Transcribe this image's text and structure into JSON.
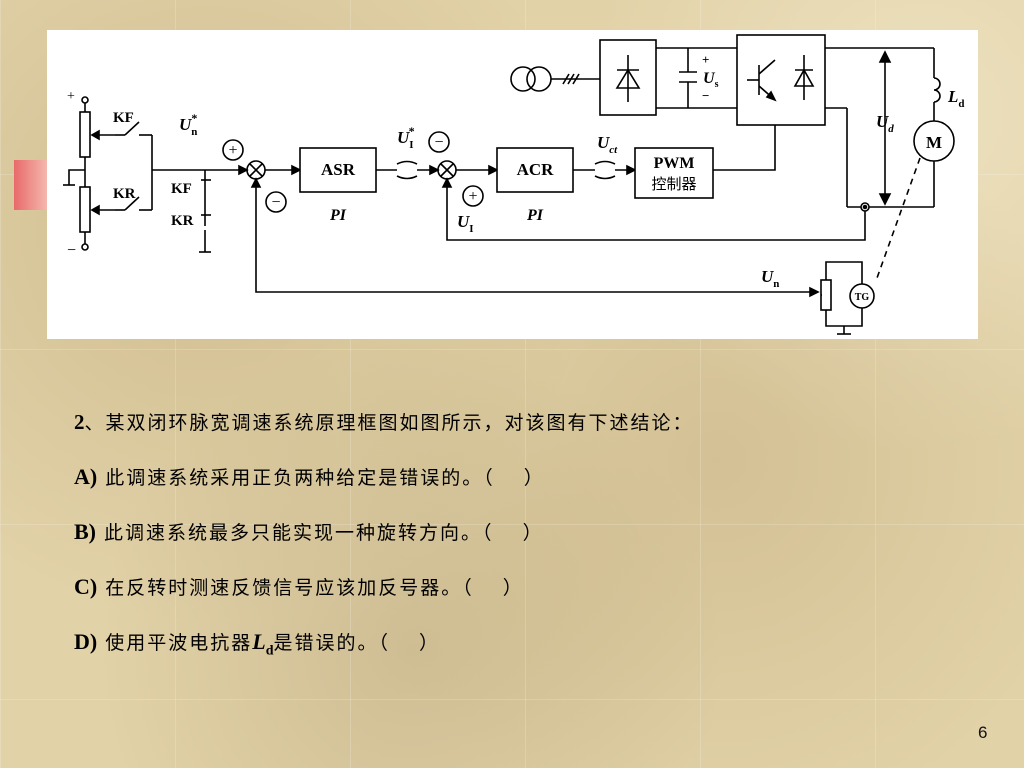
{
  "diagram": {
    "blocks": {
      "asr": "ASR",
      "acr": "ACR",
      "pwm_line1": "PWM",
      "pwm_line2": "控制器",
      "motor": "M",
      "tach": "TG"
    },
    "controller_types": {
      "asr": "PI",
      "acr": "PI"
    },
    "switch_labels": {
      "kf": "KF",
      "kr": "KR"
    },
    "signals": {
      "speed_ref": "U",
      "speed_ref_sub": "n",
      "speed_ref_sup": "*",
      "current_ref": "U",
      "current_ref_sub": "I",
      "current_ref_sup": "*",
      "current_fb": "U",
      "current_fb_sub": "I",
      "control_voltage": "U",
      "control_voltage_sub": "ct",
      "speed_fb": "U",
      "speed_fb_sub": "n",
      "supply_voltage": "U",
      "supply_voltage_sub": "s",
      "armature_voltage": "U",
      "armature_voltage_sub": "d",
      "inductor": "L",
      "inductor_sub": "d"
    },
    "signs": {
      "plus": "+",
      "minus": "−",
      "sum_plus": "+",
      "sum_minus": "−"
    }
  },
  "question": {
    "stem_number": "2",
    "stem_text": "、某双闭环脉宽调速系统原理框图如图所示，对该图有下述结论：",
    "options": [
      {
        "letter": "A)",
        "text": " 此调速系统采用正负两种给定是错误的。（　 ）"
      },
      {
        "letter": "B)",
        "text": " 此调速系统最多只能实现一种旋转方向。（　 ）"
      },
      {
        "letter": "C)",
        "text": " 在反转时测速反馈信号应该加反号器。（　 ）"
      },
      {
        "letter": "D)",
        "text_before": " 使用平波电抗器",
        "symbol": "L",
        "symbol_sub": "d",
        "text_after": "是错误的。（　 ）"
      }
    ]
  },
  "page_number": "6"
}
